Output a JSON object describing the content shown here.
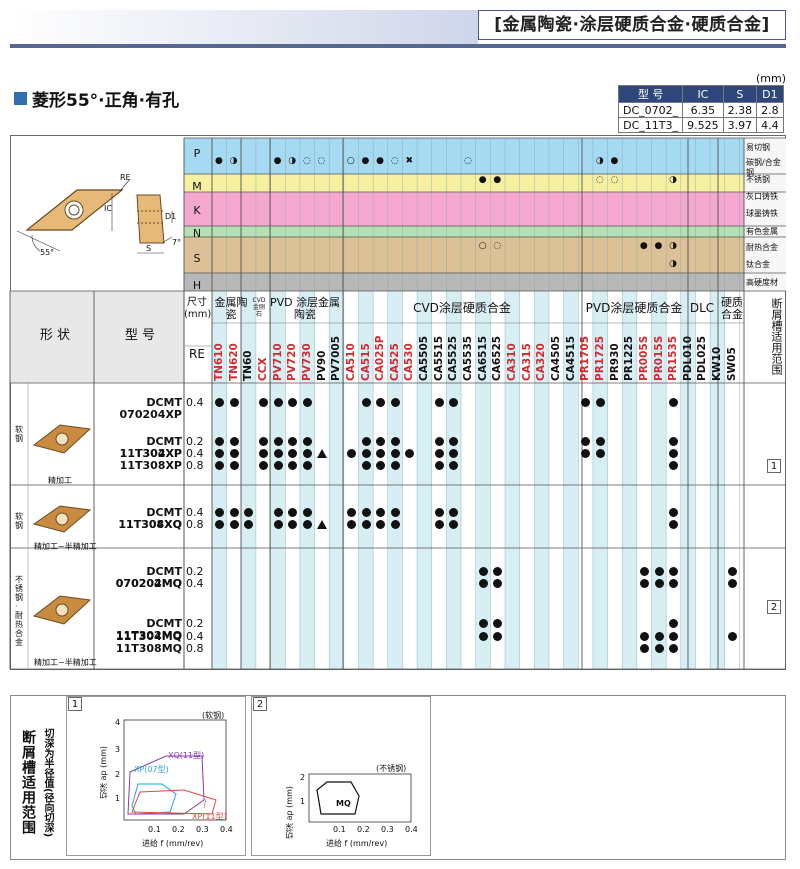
{
  "header": {
    "title": "[金属陶瓷·涂层硬质合金·硬质合金]"
  },
  "section": {
    "title": "菱形55°·正角·有孔"
  },
  "dimensions": {
    "unit": "(mm)",
    "columns": [
      "型 号",
      "IC",
      "S",
      "D1"
    ],
    "rows": [
      [
        "DC_0702_",
        "6.35",
        "2.38",
        "2.8"
      ],
      [
        "DC_11T3_",
        "9.525",
        "3.97",
        "4.4"
      ]
    ]
  },
  "diagram": {
    "labels": [
      "RE",
      "IC",
      "D1",
      "S",
      "7°",
      "55°"
    ]
  },
  "materials": {
    "rows": [
      {
        "code": "P",
        "names": [
          "易切钢",
          "碳钢/合金钢"
        ]
      },
      {
        "code": "M",
        "names": [
          "不锈钢"
        ]
      },
      {
        "code": "K",
        "names": [
          "灰口铸铁",
          "球墨铸铁"
        ]
      },
      {
        "code": "N",
        "names": [
          "有色金属"
        ]
      },
      {
        "code": "S",
        "names": [
          "耐热合金",
          "钛合金"
        ]
      },
      {
        "code": "H",
        "names": [
          "高硬度材"
        ]
      }
    ]
  },
  "columns_header": {
    "shape": "形 状",
    "model": "型 号",
    "size": "尺寸(mm)",
    "re": "RE",
    "groups": [
      {
        "label": "金属陶瓷"
      },
      {
        "label": "CVD金刚石"
      },
      {
        "label": "PVD 涂层金属陶瓷"
      },
      {
        "label": "CVD涂层硬质合金"
      },
      {
        "label": "PVD涂层硬质合金"
      },
      {
        "label": "DLC"
      },
      {
        "label": "硬质合金"
      },
      {
        "label": "断屑槽适用范围"
      }
    ],
    "grades": [
      "TN610",
      "TN620",
      "TN60",
      "CCX",
      "PV710",
      "PV720",
      "PV730",
      "PV90",
      "PV7005",
      "CA510",
      "CA515",
      "CA025P",
      "CA525",
      "CA530",
      "CA5505",
      "CA5515",
      "CA5525",
      "CA5535",
      "CA6515",
      "CA6525",
      "CA310",
      "CA315",
      "CA320",
      "CA4505",
      "CA4515",
      "PR1705",
      "PR1725",
      "PR930",
      "PR1225",
      "PR005S",
      "PR015S",
      "PR1535",
      "PDL010",
      "PDL025",
      "KW10",
      "SW05"
    ]
  },
  "product_groups": [
    {
      "material": "软钢",
      "finish": "精加工",
      "models": [
        {
          "model": "DCMT 070204XP",
          "re": "0.4"
        },
        {
          "model": "DCMT 11T302XP",
          "re": "0.2"
        },
        {
          "model": "11T304XP",
          "re": "0.4"
        },
        {
          "model": "11T308XP",
          "re": "0.8"
        }
      ],
      "range": "1"
    },
    {
      "material": "软钢",
      "finish": "精加工~半精加工",
      "models": [
        {
          "model": "DCMT 11T304XQ",
          "re": "0.4"
        },
        {
          "model": "11T308XQ",
          "re": "0.8"
        }
      ]
    },
    {
      "material": "不锈钢·耐热合金",
      "finish": "精加工~半精加工",
      "models": [
        {
          "model": "DCMT 070202MQ",
          "re": "0.2"
        },
        {
          "model": "070204MQ",
          "re": "0.4"
        },
        {
          "model": "DCMT 11T302MQ",
          "re": "0.2"
        },
        {
          "model": "11T304MQ",
          "re": "0.4"
        },
        {
          "model": "11T308MQ",
          "re": "0.8"
        }
      ],
      "range": "2"
    }
  ],
  "bottom": {
    "title": "断屑槽适用范围",
    "ylabel_left": "切深为半径值(径向切深)",
    "chart1": {
      "num": "1",
      "material": "(软钢)",
      "ylabel": "切深 ap (mm)",
      "xlabel": "进给 f (mm/rev)",
      "xticks": [
        "0.1",
        "0.2",
        "0.3",
        "0.4"
      ],
      "yticks": [
        "1",
        "2",
        "3",
        "4"
      ],
      "labels": {
        "xp07": "XP(07型)",
        "xq11": "XQ(11型)",
        "xp11": "XP(11型)"
      }
    },
    "chart2": {
      "num": "2",
      "material": "(不锈钢)",
      "ylabel": "切深 ap (mm)",
      "xlabel": "进给 f (mm/rev)",
      "xticks": [
        "0.1",
        "0.2",
        "0.3",
        "0.4"
      ],
      "yticks": [
        "1",
        "2"
      ],
      "labels": {
        "mq": "MQ"
      }
    }
  },
  "colors": {
    "P": "#a6d9f2",
    "M": "#f7f0a0",
    "K": "#f5a8cf",
    "N": "#b4e0b4",
    "S": "#dcc096",
    "H": "#b8b8b8",
    "header": "#2e4679",
    "accent": "#2f6fb2",
    "red": "#d7282f"
  }
}
